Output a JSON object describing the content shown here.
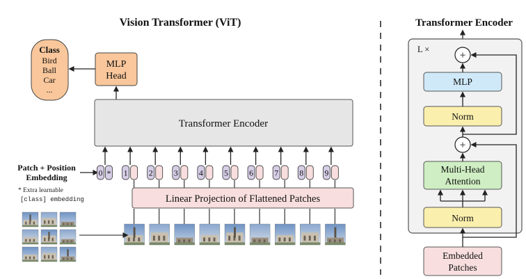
{
  "vit": {
    "title": "Vision Transformer (ViT)",
    "class_box": {
      "heading": "Class",
      "items": [
        "Bird",
        "Ball",
        "Car",
        "..."
      ]
    },
    "mlp_head": {
      "line1": "MLP",
      "line2": "Head"
    },
    "encoder_label": "Transformer Encoder",
    "embedding_label": {
      "line1": "Patch + Position",
      "line2": "Embedding"
    },
    "extra_note": {
      "line1": "* Extra learnable",
      "line2": "[class] embedding"
    },
    "tokens": [
      "0",
      "1",
      "2",
      "3",
      "4",
      "5",
      "6",
      "7",
      "8",
      "9"
    ],
    "class_token_marker": "*",
    "projection_label": "Linear Projection of Flattened Patches"
  },
  "encoder_detail": {
    "title": "Transformer Encoder",
    "repeat_label": "L ×",
    "mlp": "MLP",
    "norm_top": "Norm",
    "plus": "+",
    "attention": {
      "line1": "Multi-Head",
      "line2": "Attention"
    },
    "norm_bottom": "Norm",
    "embedded_patches": {
      "line1": "Embedded",
      "line2": "Patches"
    }
  },
  "colors": {
    "orange": "#f9c79b",
    "gray": "#e6e6e6",
    "pink": "#f8dede",
    "lilac": "#d6cde6",
    "blue": "#cfe9f8",
    "yellow": "#fbefad",
    "green": "#cfeec3"
  }
}
